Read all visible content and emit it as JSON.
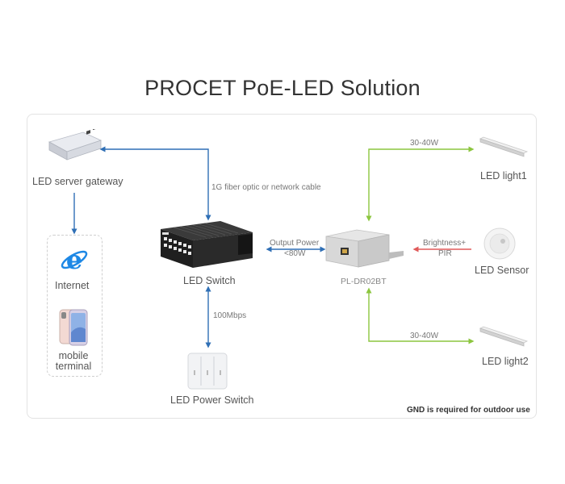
{
  "title": "PROCET PoE-LED Solution",
  "nodes": {
    "gateway": "LED server gateway",
    "internet": "Internet",
    "mobile": "mobile\nterminal",
    "switch": "LED Switch",
    "power_switch": "LED Power Switch",
    "driver": "PL-DR02BT",
    "light1": "LED light1",
    "sensor": "LED Sensor",
    "light2": "LED light2"
  },
  "links": {
    "fiber": "1G fiber optic or network cable",
    "mbps": "100Mbps",
    "output_power": "Output Power",
    "output_power_value": "<80W",
    "light1_power": "30-40W",
    "light2_power": "30-40W",
    "brightness": "Brightness+",
    "pir": "PIR"
  },
  "footer_note": "GND is required for outdoor use",
  "colors": {
    "network_line": "#2f6fb5",
    "power_line": "#8cc63f",
    "sensor_line": "#e05a5a"
  }
}
